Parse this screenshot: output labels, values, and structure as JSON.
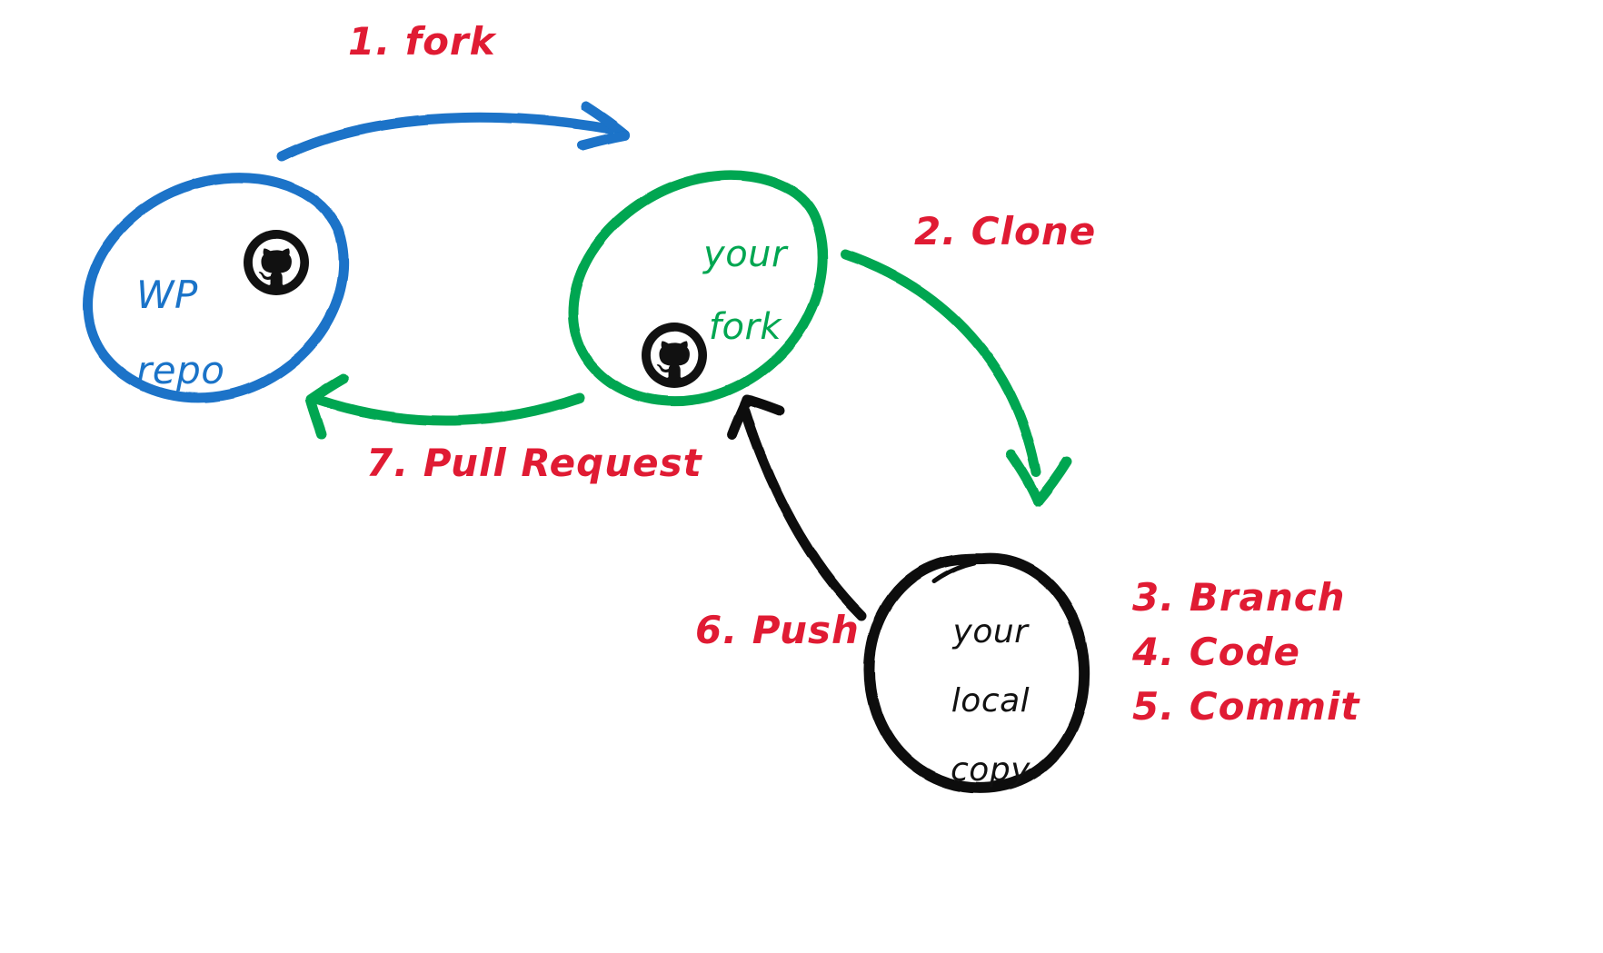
{
  "diagram": {
    "title": "GitHub fork and pull request workflow",
    "background_color": "#ffffff",
    "colors": {
      "upstream_blue": "#1a73c8",
      "fork_green": "#00a651",
      "local_black": "#111111",
      "step_label_red": "#e01b33"
    }
  },
  "nodes": [
    {
      "id": "wp-repo",
      "label_lines": "WP\nrepo",
      "line1": "WP",
      "line2": "repo",
      "color": "#1a73c8",
      "icon": "github-octocat-icon",
      "shape": "ellipse"
    },
    {
      "id": "your-fork",
      "label_lines": "your\nfork",
      "line1": "your",
      "line2": "fork",
      "color": "#00a651",
      "icon": "github-octocat-icon",
      "shape": "ellipse"
    },
    {
      "id": "your-local-copy",
      "label_lines": "your\nlocal\ncopy",
      "line1": "your",
      "line2": "local",
      "line3": "copy",
      "color": "#111111",
      "icon": "none",
      "shape": "ellipse"
    }
  ],
  "steps": [
    {
      "number": "1",
      "label": "1. fork",
      "color": "#e01b33",
      "from": "wp-repo",
      "to": "your-fork",
      "arrow_color": "#1a73c8"
    },
    {
      "number": "2",
      "label": "2. Clone",
      "color": "#e01b33",
      "from": "your-fork",
      "to": "your-local-copy",
      "arrow_color": "#00a651"
    },
    {
      "number": "3",
      "label": "3. Branch",
      "color": "#e01b33",
      "from": "your-local-copy",
      "to": "your-local-copy",
      "arrow_color": "none"
    },
    {
      "number": "4",
      "label": "4. Code",
      "color": "#e01b33",
      "from": "your-local-copy",
      "to": "your-local-copy",
      "arrow_color": "none"
    },
    {
      "number": "5",
      "label": "5. Commit",
      "color": "#e01b33",
      "from": "your-local-copy",
      "to": "your-local-copy",
      "arrow_color": "none"
    },
    {
      "number": "6",
      "label": "6. Push",
      "color": "#e01b33",
      "from": "your-local-copy",
      "to": "your-fork",
      "arrow_color": "#111111"
    },
    {
      "number": "7",
      "label": "7. Pull Request",
      "color": "#e01b33",
      "from": "your-fork",
      "to": "wp-repo",
      "arrow_color": "#00a651"
    }
  ],
  "labels": {
    "fork": "1. fork",
    "clone": "2. Clone",
    "branch": "3. Branch",
    "code": "4. Code",
    "commit": "5. Commit",
    "push": "6. Push",
    "pull_request": "7. Pull Request"
  },
  "node_text": {
    "wp_line1": "WP",
    "wp_line2": "repo",
    "fork_line1": "your",
    "fork_line2": "fork",
    "local_line1": "your",
    "local_line2": "local",
    "local_line3": "copy"
  }
}
